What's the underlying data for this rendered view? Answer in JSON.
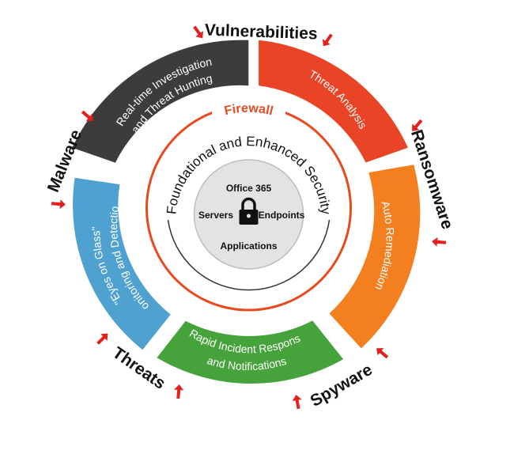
{
  "threats": [
    {
      "label": "Vulnerabilities"
    },
    {
      "label": "Ransomware"
    },
    {
      "label": "Spyware"
    },
    {
      "label": "Threats"
    },
    {
      "label": "Malware"
    }
  ],
  "segments": [
    {
      "label": "Real-time Investigation and Threat Hunting",
      "color": "#3e3b3b"
    },
    {
      "label": "Threat Analysis",
      "color": "#ea4426"
    },
    {
      "label": "Auto Remediation",
      "color": "#f37f1f"
    },
    {
      "label": "Rapid Incident Response and Notifications",
      "color": "#46a33b"
    },
    {
      "label": "\"Eyes on Glass\" Monitoring and Detection",
      "color": "#4fa1d0"
    }
  ],
  "firewall": {
    "label": "Firewall",
    "color": "#e84a1f"
  },
  "foundation": {
    "label": "Foundational and Enhanced Security"
  },
  "core": {
    "top": "Office 365",
    "left": "Servers",
    "right": "Endpoints",
    "bottom": "Applications",
    "icon": "lock-icon"
  },
  "arrow_color": "#e3201b"
}
